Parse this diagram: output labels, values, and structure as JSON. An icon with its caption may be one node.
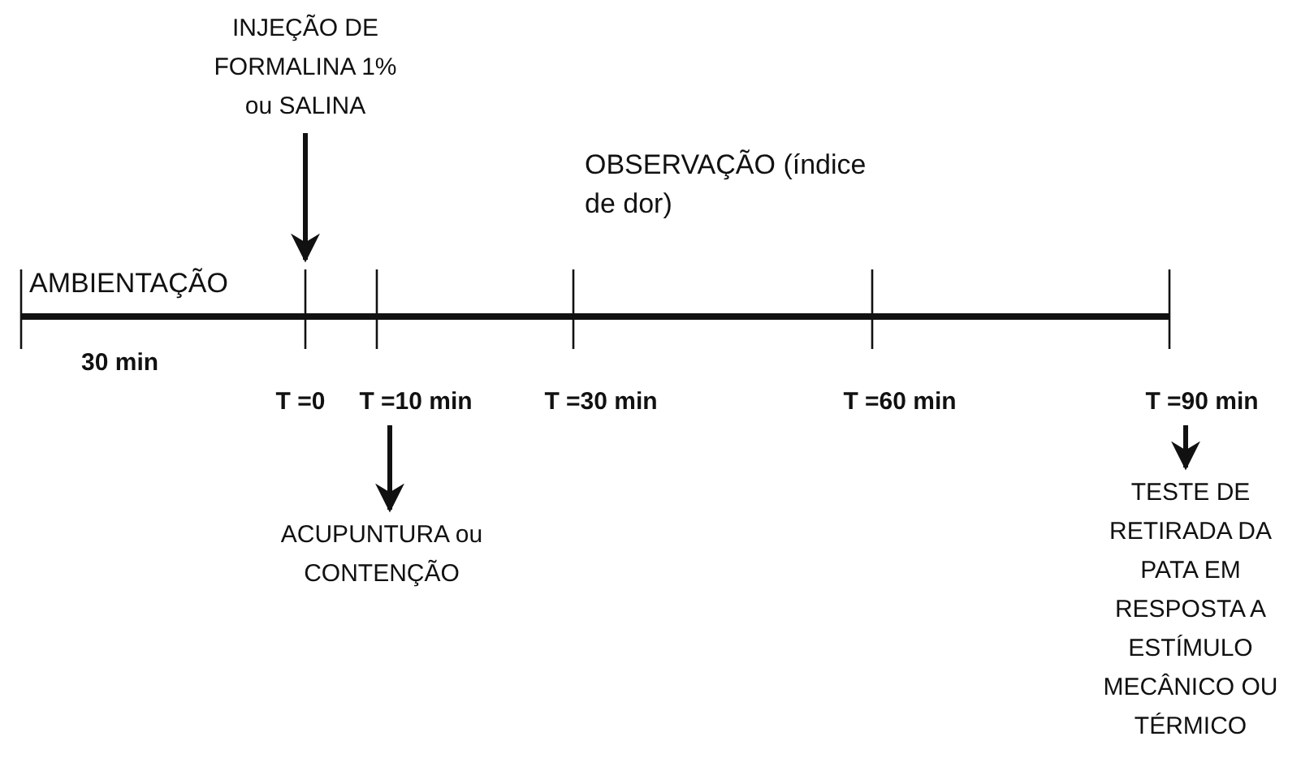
{
  "diagram": {
    "nodes": [
      {
        "text": [
          "INJEÇÃO DE FORMALINA 1% ou SALINA"
        ]
      },
      {
        "text": [
          "T =10 min"
        ]
      },
      {
        "text": [
          "ACUPUNTURA ou CONTENÇÃO"
        ]
      },
      {
        "text": [
          "T =90 min"
        ]
      },
      {
        "text": [
          "TESTE DE RETIRADA DA PATA EM RESPOSTA A ESTÍMULO MECÂNICO OU TÉRMICO"
        ]
      }
    ],
    "edges": [
      {
        "from": 0,
        "to": null,
        "arrow": "to"
      },
      {
        "from": 1,
        "to": 2,
        "arrow": "to"
      },
      {
        "from": 3,
        "to": 4,
        "arrow": "to"
      }
    ],
    "labels": [
      "AMBIENTAÇÃO",
      "OBSERVAÇÃO (índice de dor)",
      "30 min",
      "T =0",
      "T =30 min",
      "T =60 min"
    ]
  }
}
